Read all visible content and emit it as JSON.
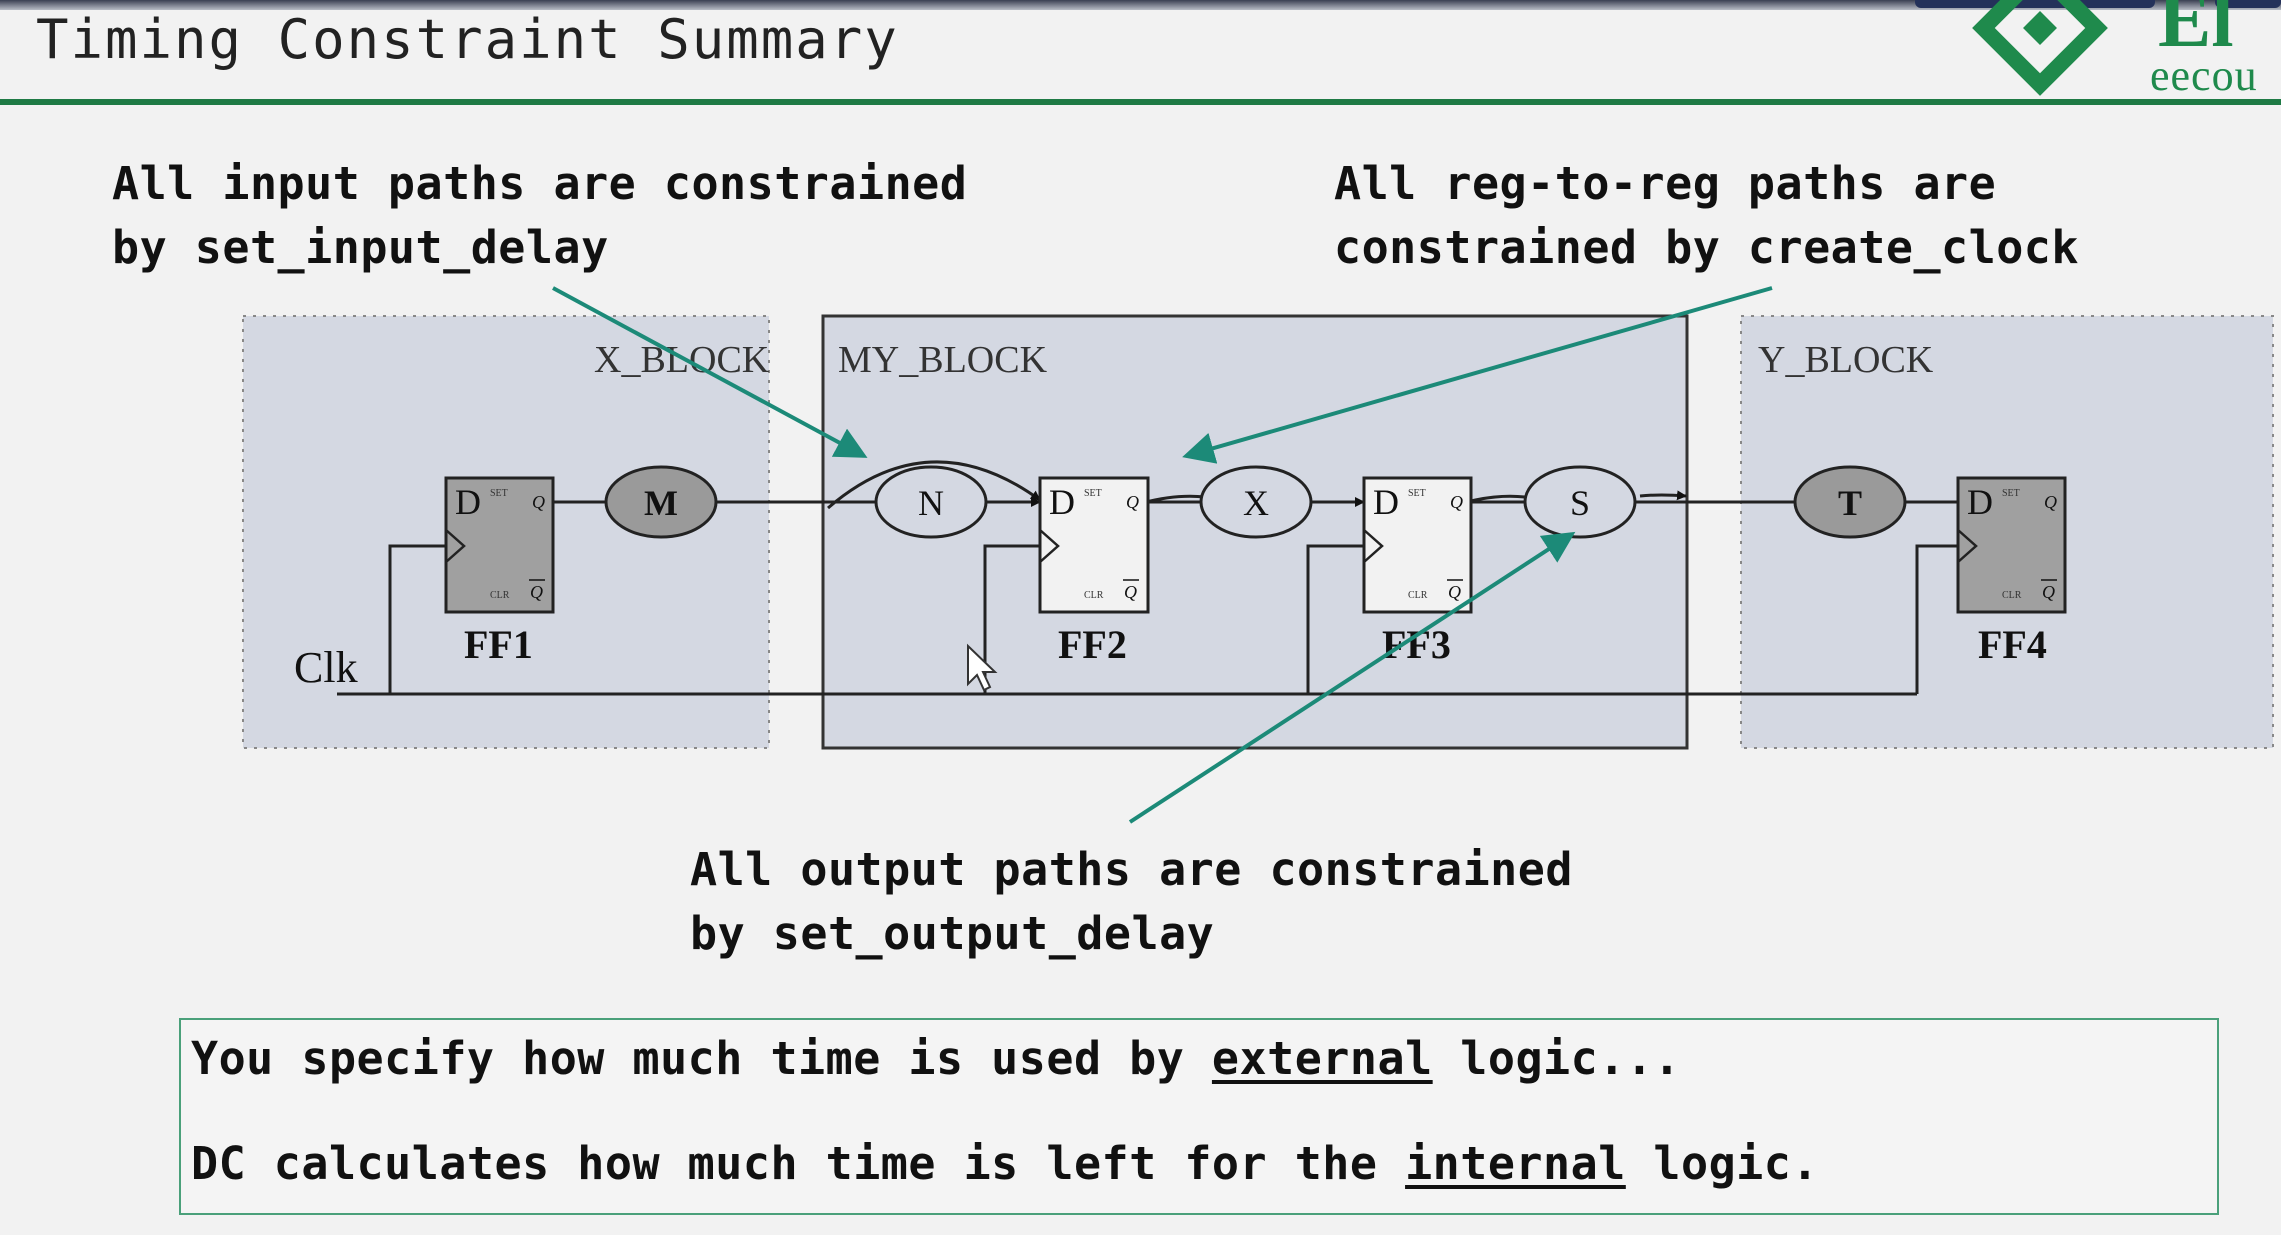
{
  "header": {
    "title": "Timing Constraint Summary"
  },
  "logo": {
    "text": "eecou",
    "initials": "El"
  },
  "annotations": {
    "input": {
      "line1": "All input paths are constrained",
      "line2": "by set_input_delay"
    },
    "reg": {
      "line1": "All reg-to-reg paths are",
      "line2": "constrained by create_clock"
    },
    "output": {
      "line1": "All output paths are constrained",
      "line2": "by set_output_delay"
    }
  },
  "blocks": {
    "x": "X_BLOCK",
    "my": "MY_BLOCK",
    "y": "Y_BLOCK"
  },
  "flipflops": [
    {
      "name": "FF1",
      "d": "D",
      "q": "Q",
      "set": "SET",
      "clr": "CLR"
    },
    {
      "name": "FF2",
      "d": "D",
      "q": "Q",
      "set": "SET",
      "clr": "CLR"
    },
    {
      "name": "FF3",
      "d": "D",
      "q": "Q",
      "set": "SET",
      "clr": "CLR"
    },
    {
      "name": "FF4",
      "d": "D",
      "q": "Q",
      "set": "SET",
      "clr": "CLR"
    }
  ],
  "logic_clouds": [
    "M",
    "N",
    "X",
    "S",
    "T"
  ],
  "clock_label": "Clk",
  "info": {
    "line1_pre": "You specify how much time is used by ",
    "line1_em": "external",
    "line1_post": " logic...",
    "line2_pre": "DC calculates how much time is left for the ",
    "line2_em": "internal",
    "line2_post": " logic."
  },
  "colors": {
    "accent_green": "#1f7a45",
    "arrow_teal": "#1c8a78",
    "block_fill": "#d4d8e2",
    "cloud_gray": "#9a9a9a"
  }
}
